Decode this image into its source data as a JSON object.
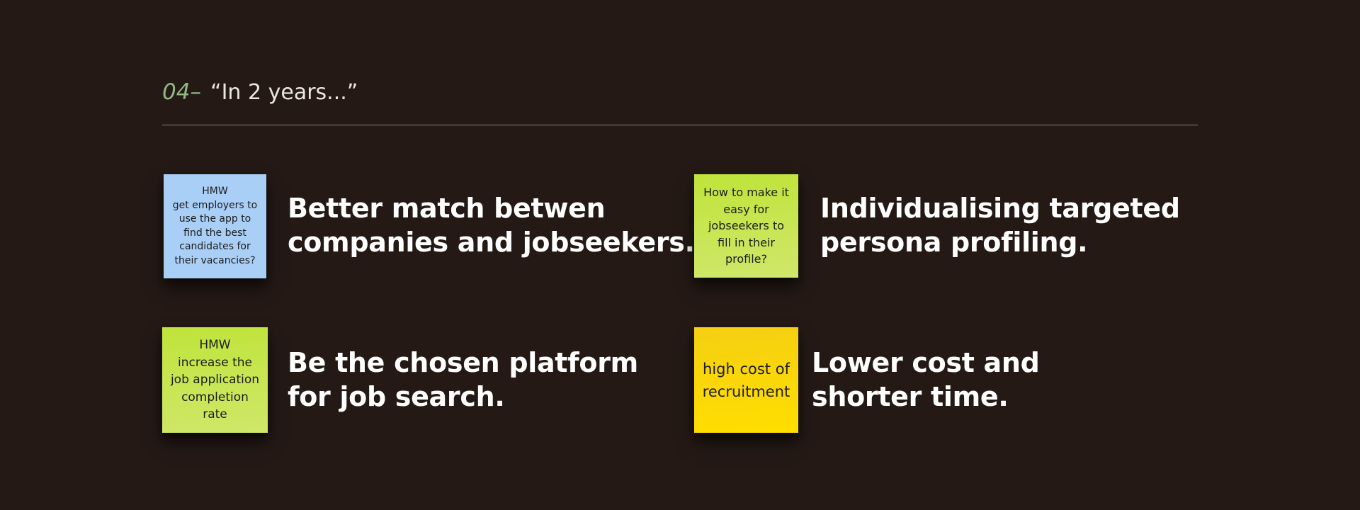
{
  "header": {
    "number": "04–",
    "title": "“In 2 years...”"
  },
  "items": [
    {
      "note_color": "blue",
      "note_lines": [
        "HMW",
        "get employers to",
        "use the app to",
        "find the best",
        "candidates for",
        "their vacancies?"
      ],
      "statement_lines": [
        "Better match betwen",
        "companies and jobseekers."
      ]
    },
    {
      "note_color": "lime",
      "note_lines": [
        "How to make it",
        "easy for",
        "jobseekers to",
        "fill in their",
        "profile?"
      ],
      "statement_lines": [
        "Individualising targeted",
        "persona profiling."
      ]
    },
    {
      "note_color": "lime",
      "note_lines": [
        "HMW",
        "increase the",
        "job application",
        "completion",
        "rate"
      ],
      "statement_lines": [
        "Be the chosen platform",
        "for job search."
      ]
    },
    {
      "note_color": "yellow",
      "note_lines": [
        "high cost of",
        "recruitment"
      ],
      "statement_lines": [
        "Lower cost and",
        "shorter time."
      ]
    }
  ],
  "colors": {
    "background": "#241915",
    "accent_number": "#8fb986",
    "sticky_blue": "#a9cff7",
    "sticky_lime": "#c6e550",
    "sticky_yellow": "#fcd800"
  }
}
